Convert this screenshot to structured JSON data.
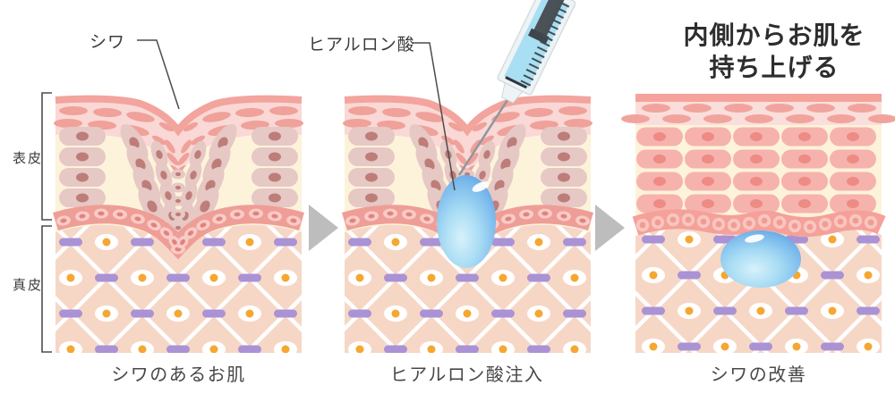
{
  "figure": {
    "title": {
      "line1": "内側からお肌を",
      "line2": "持ち上げる"
    },
    "annotations": {
      "wrinkle": "シワ",
      "hyaluronic_acid": "ヒアルロン酸"
    },
    "layer_labels": {
      "epidermis": "表皮",
      "dermis": "真皮"
    },
    "panels": [
      {
        "caption": "シワのあるお肌"
      },
      {
        "caption": "ヒアルロン酸注入"
      },
      {
        "caption": "シワの改善"
      }
    ],
    "icons": [
      "arrow-right-icon",
      "arrow-right-icon",
      "syringe-icon",
      "hyaluronic-droplet"
    ],
    "colors": {
      "skin_surface": "#f2a49d",
      "corneum_bg": "#f9d8d5",
      "epidermis_bg": "#fdf3da",
      "old_cell": "#e6c8c5",
      "old_cell_nucleus": "#bd7d79",
      "healthy_cell": "#f6b3ad",
      "healthy_cell_nucleus": "#ee8b84",
      "basal_band": "#ee9e96",
      "dermis_bg": "#f6d7c6",
      "lattice_line": "#ffffff",
      "fibroblast_dot": "#f5a731",
      "elastin_bar": "#aa92d4",
      "hyaluronic_blue": "#79b9ec",
      "syringe_liquid": "#a9dff2",
      "arrow_gray": "#bdbdbd",
      "text_dark": "#2d2d2d"
    }
  }
}
